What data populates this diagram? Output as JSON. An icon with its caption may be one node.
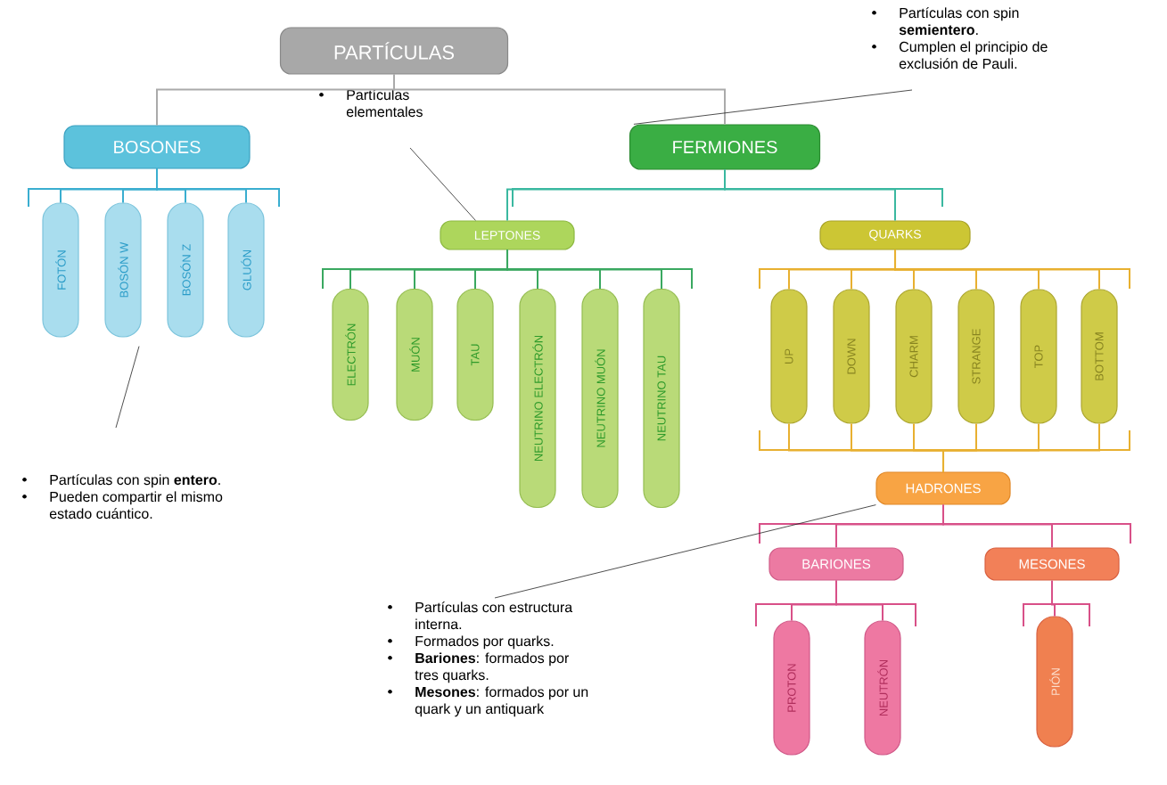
{
  "diagram": {
    "nodes": [
      {
        "text": [
          "PARTÍCULAS"
        ]
      },
      {
        "text": [
          "BOSONES"
        ]
      },
      {
        "text": [
          "FERMIONES"
        ]
      },
      {
        "text": [
          "FOTÓN"
        ]
      },
      {
        "text": [
          "BOSÓN W"
        ]
      },
      {
        "text": [
          "BOSÓN Z"
        ]
      },
      {
        "text": [
          "GLUÓN"
        ]
      },
      {
        "text": [
          "LEPTONES"
        ]
      },
      {
        "text": [
          "QUARKS"
        ]
      },
      {
        "text": [
          "ELECTRÓN"
        ]
      },
      {
        "text": [
          "MUÓN"
        ]
      },
      {
        "text": [
          "TAU"
        ]
      },
      {
        "text": [
          "NEUTRINO ELECTRÓN"
        ]
      },
      {
        "text": [
          "NEUTRINO MUÓN"
        ]
      },
      {
        "text": [
          "NEUTRINO TAU"
        ]
      },
      {
        "text": [
          "UP"
        ]
      },
      {
        "text": [
          "DOWN"
        ]
      },
      {
        "text": [
          "CHARM"
        ]
      },
      {
        "text": [
          "STRANGE"
        ]
      },
      {
        "text": [
          "TOP"
        ]
      },
      {
        "text": [
          "BOTTOM"
        ]
      },
      {
        "text": [
          "HADRONES"
        ]
      },
      {
        "text": [
          "BARIONES"
        ]
      },
      {
        "text": [
          "MESONES"
        ]
      },
      {
        "text": [
          "PROTON"
        ]
      },
      {
        "text": [
          "NEUTRÓN"
        ]
      },
      {
        "text": [
          "PIÓN"
        ]
      },
      {
        "text": [
          "Partículas con spin **semientero**.",
          "Cumplen el principio de exclusión de Pauli."
        ]
      },
      {
        "text": [
          "Partículas elementales"
        ]
      },
      {
        "text": [
          "Partículas con spin **entero**.",
          "Pueden compartir el mismo estado cuántico."
        ]
      },
      {
        "text": [
          "Partículas con estructura interna.",
          "Formados por quarks.",
          "**Bariones**: formados por tres quarks.",
          "**Mesones**: formados por un quark y un antiquark"
        ]
      }
    ],
    "edges": [
      {
        "from": 0,
        "to": 1,
        "arrow": "none",
        "color": "#aaaaaa"
      },
      {
        "from": 0,
        "to": 2,
        "arrow": "none",
        "color": "#aaaaaa"
      },
      {
        "from": 1,
        "to": 3,
        "arrow": "none",
        "color": "#3aaed0"
      },
      {
        "from": 1,
        "to": 4,
        "arrow": "none",
        "color": "#3aaed0"
      },
      {
        "from": 1,
        "to": 5,
        "arrow": "none",
        "color": "#3aaed0"
      },
      {
        "from": 1,
        "to": 6,
        "arrow": "none",
        "color": "#3aaed0"
      },
      {
        "from": 2,
        "to": 7,
        "arrow": "none",
        "color": "#3ab8a0"
      },
      {
        "from": 2,
        "to": 8,
        "arrow": "none",
        "color": "#3ab8a0"
      },
      {
        "from": 7,
        "to": 9,
        "arrow": "none",
        "color": "#3aa860"
      },
      {
        "from": 7,
        "to": 10,
        "arrow": "none",
        "color": "#3aa860"
      },
      {
        "from": 7,
        "to": 11,
        "arrow": "none",
        "color": "#3aa860"
      },
      {
        "from": 7,
        "to": 12,
        "arrow": "none",
        "color": "#3aa860"
      },
      {
        "from": 7,
        "to": 13,
        "arrow": "none",
        "color": "#3aa860"
      },
      {
        "from": 7,
        "to": 14,
        "arrow": "none",
        "color": "#3aa860"
      },
      {
        "from": 8,
        "to": 15,
        "arrow": "none"
      },
      {
        "from": 8,
        "to": 16,
        "arrow": "none"
      },
      {
        "from": 8,
        "to": 17,
        "arrow": "none"
      },
      {
        "from": 8,
        "to": 18,
        "arrow": "none"
      },
      {
        "from": 8,
        "to": 19,
        "arrow": "none"
      },
      {
        "from": 8,
        "to": 20,
        "arrow": "none"
      },
      {
        "from": 15,
        "to": 21,
        "arrow": "none"
      },
      {
        "from": 16,
        "to": 21,
        "arrow": "none"
      },
      {
        "from": 17,
        "to": 21,
        "arrow": "none"
      },
      {
        "from": 18,
        "to": 21,
        "arrow": "none"
      },
      {
        "from": 19,
        "to": 21,
        "arrow": "none"
      },
      {
        "from": 20,
        "to": 21,
        "arrow": "none"
      },
      {
        "from": 21,
        "to": 22,
        "arrow": "none",
        "color": "#d85088"
      },
      {
        "from": 21,
        "to": 23,
        "arrow": "none",
        "color": "#d85088"
      },
      {
        "from": 22,
        "to": 24,
        "arrow": "none",
        "color": "#d85088"
      },
      {
        "from": 22,
        "to": 25,
        "arrow": "none",
        "color": "#d85088"
      },
      {
        "from": 23,
        "to": 26,
        "arrow": "none",
        "color": "#d85088"
      },
      {
        "from": 27,
        "to": 2,
        "arrow": "none",
        "color": "#222222"
      },
      {
        "from": 28,
        "to": 7,
        "arrow": "none",
        "color": "#222222"
      },
      {
        "from": 29,
        "to": 4,
        "arrow": "none",
        "color": "#222222"
      },
      {
        "from": 30,
        "to": 21,
        "arrow": "none",
        "color": "#222222"
      }
    ]
  }
}
